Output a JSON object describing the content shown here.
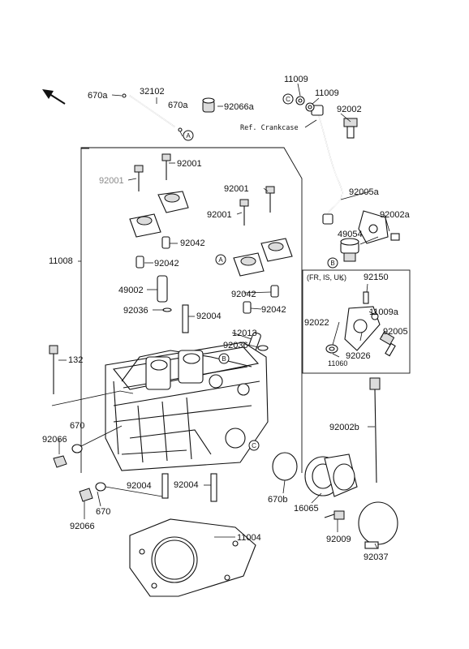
{
  "labels": {
    "l670a_top": "670a",
    "l32102": "32102",
    "l670a_mid": "670a",
    "l92066a": "92066a",
    "l11009_a": "11009",
    "l11009_b": "11009",
    "l92002": "92002",
    "lRefCrankcase": "Ref. Crankcase",
    "l92001_gray": "92001",
    "l92001_top": "92001",
    "l92001_mid": "92001",
    "l92001_left": "92001",
    "l92005a": "92005a",
    "l92002a": "92002a",
    "l49054": "49054",
    "l11008": "11008",
    "l92042_a": "92042",
    "l92042_b": "92042",
    "l92042_c": "92042",
    "l92042_d": "92042",
    "l49002": "49002",
    "l92036_a": "92036",
    "l92004_a": "92004",
    "l12013": "12013",
    "l92036_b": "92036",
    "l132": "132",
    "lFrIsUk": "(FR, IS, UK)",
    "l92150": "92150",
    "l11009a": "11009a",
    "l92022": "92022",
    "l92005": "92005",
    "l92026": "92026",
    "l11060": "11060",
    "l670_a": "670",
    "l92066_a": "92066",
    "l92002b": "92002b",
    "l92004_b": "92004",
    "l92004_c": "92004",
    "l670b": "670b",
    "l670_b": "670",
    "l92066_b": "92066",
    "l16065": "16065",
    "l11004": "11004",
    "l92009": "92009",
    "l92037": "92037"
  },
  "callouts": {
    "A1": "A",
    "A2": "A",
    "B1": "B",
    "B2": "B",
    "C1": "C",
    "C2": "C"
  },
  "icons": {
    "direction_arrow": "front-direction-arrow-icon"
  }
}
